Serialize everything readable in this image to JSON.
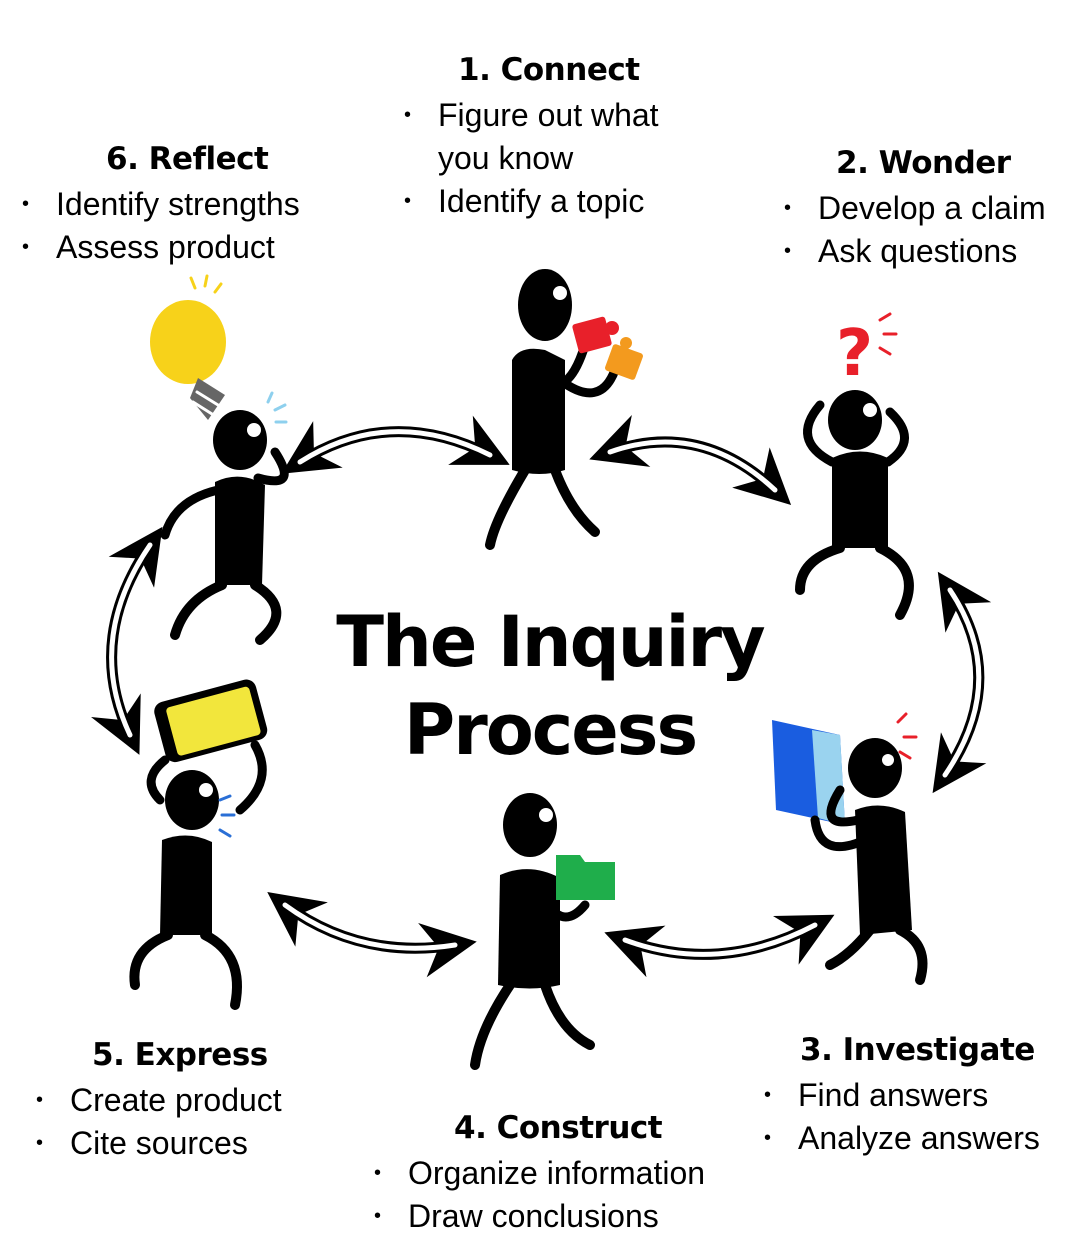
{
  "center_title": [
    "The Inquiry",
    "Process"
  ],
  "stages": [
    {
      "id": "connect",
      "title": "1. Connect",
      "bullets": [
        "Figure out what",
        "you know",
        "Identify a topic"
      ]
    },
    {
      "id": "wonder",
      "title": "2. Wonder",
      "bullets": [
        "Develop a claim",
        "Ask questions"
      ]
    },
    {
      "id": "investigate",
      "title": "3. Investigate",
      "bullets": [
        "Find answers",
        "Analyze answers"
      ]
    },
    {
      "id": "construct",
      "title": "4. Construct",
      "bullets": [
        "Organize information",
        "Draw conclusions"
      ]
    },
    {
      "id": "express",
      "title": "5. Express",
      "bullets": [
        "Create product",
        "Cite sources"
      ]
    },
    {
      "id": "reflect",
      "title": "6. Reflect",
      "bullets": [
        "Identify strengths",
        "Assess product"
      ]
    }
  ],
  "figures": [
    {
      "stage": "connect",
      "prop": "puzzle-pieces",
      "colors": [
        "#e8202a",
        "#f39a1e"
      ]
    },
    {
      "stage": "wonder",
      "prop": "question-mark",
      "colors": [
        "#e8202a"
      ]
    },
    {
      "stage": "investigate",
      "prop": "book",
      "colors": [
        "#1a5de0",
        "#9ad3ef"
      ]
    },
    {
      "stage": "construct",
      "prop": "folder",
      "colors": [
        "#1fae4b"
      ]
    },
    {
      "stage": "express",
      "prop": "tablet",
      "colors": [
        "#f2e63c",
        "#2a6fd6"
      ]
    },
    {
      "stage": "reflect",
      "prop": "light-bulb",
      "colors": [
        "#f7d21a",
        "#8ed0ee"
      ]
    }
  ],
  "colors": {
    "text": "#000000",
    "background": "#ffffff",
    "arrow_fill": "#ffffff"
  }
}
